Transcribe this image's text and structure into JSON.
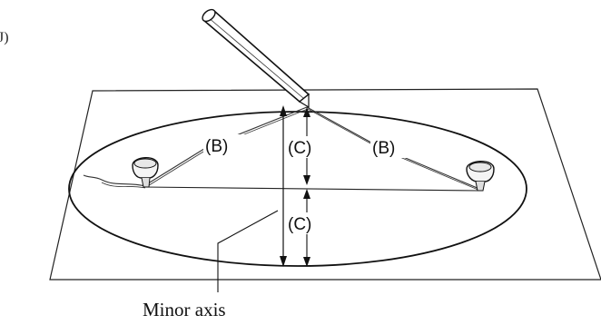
{
  "corner_text": "J)",
  "labels": {
    "b_left": "(B)",
    "b_right": "(B)",
    "c_upper": "(C)",
    "c_lower": "(C)"
  },
  "caption": "Minor axis"
}
